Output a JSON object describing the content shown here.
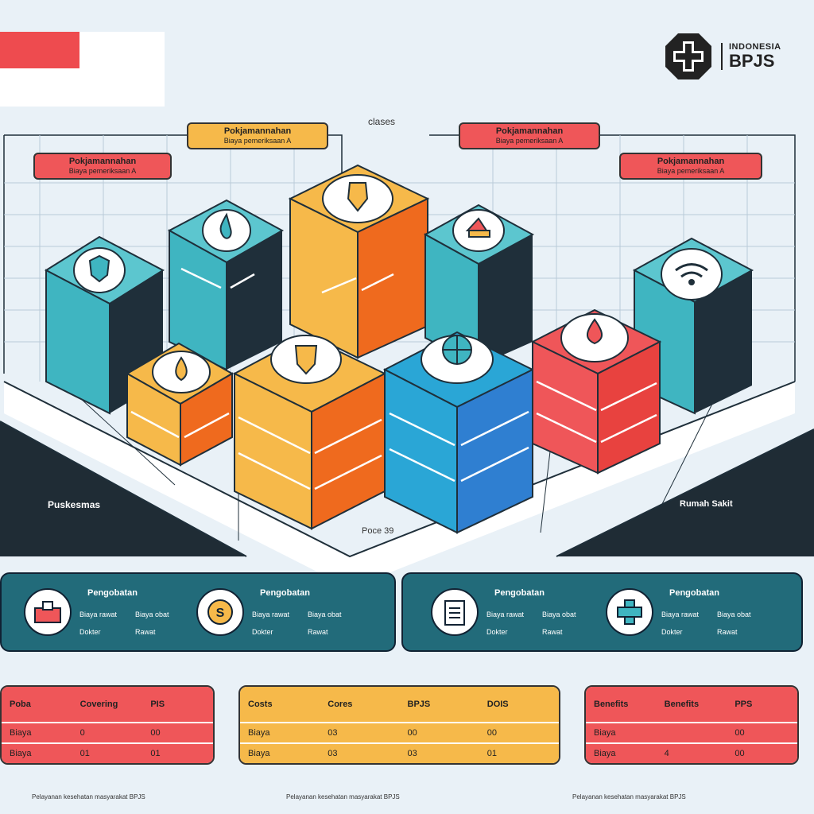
{
  "header": {
    "brand_line1": "INDONESIA",
    "brand_line2": "BPJS",
    "chart_caption": "clases"
  },
  "tags": [
    {
      "label": "Pokjamannahan",
      "sub": "Biaya pemeriksaan A"
    },
    {
      "label": "Pokjamannahan",
      "sub": "Biaya pemeriksaan A"
    },
    {
      "label": "Pokjamannahan",
      "sub": "Biaya pemeriksaan A"
    },
    {
      "label": "Pokjamannahan",
      "sub": "Biaya pemeriksaan A"
    }
  ],
  "scene": {
    "left_label": "Puskesmas",
    "center_label": "Poce 39",
    "right_label": "Rumah Sakit"
  },
  "info_panels": [
    {
      "title": "Pengobatan",
      "line1": "Biaya rawat",
      "line2": "Biaya obat",
      "line3": "Dokter",
      "line4": "Rawat"
    },
    {
      "title": "Pengobatan",
      "line1": "Biaya rawat",
      "line2": "Biaya obat",
      "line3": "Dokter",
      "line4": "Rawat"
    },
    {
      "title": "Pengobatan",
      "line1": "Biaya rawat",
      "line2": "Biaya obat",
      "line3": "Dokter",
      "line4": "Rawat"
    },
    {
      "title": "Pengobatan",
      "line1": "Biaya rawat",
      "line2": "Biaya obat",
      "line3": "Dokter",
      "line4": "Rawat"
    }
  ],
  "tables": [
    {
      "headers": [
        "Poba",
        "Covering",
        "PIS"
      ],
      "rows": [
        [
          "Biaya",
          "0",
          "00"
        ],
        [
          "Biaya",
          "01",
          "01"
        ]
      ]
    },
    {
      "headers": [
        "Costs",
        "Cores",
        "BPJS",
        "DOIS"
      ],
      "rows": [
        [
          "Biaya",
          "03",
          "00",
          "00"
        ],
        [
          "Biaya",
          "03",
          "03",
          "01"
        ]
      ]
    },
    {
      "headers": [
        "Benefits",
        "Benefits",
        "PPS"
      ],
      "rows": [
        [
          "Biaya",
          "",
          "00"
        ],
        [
          "Biaya",
          "4",
          "00"
        ]
      ]
    }
  ],
  "footer": [
    "Pelayanan kesehatan masyarakat BPJS",
    "Pelayanan kesehatan masyarakat BPJS",
    "Pelayanan kesehatan masyarakat BPJS"
  ],
  "colors": {
    "teal": "#3fb5c1",
    "yellow": "#f6b94a",
    "orange": "#ef6a1e",
    "blue": "#2f7fd1",
    "red": "#ef5659",
    "dark": "#226b7a"
  }
}
